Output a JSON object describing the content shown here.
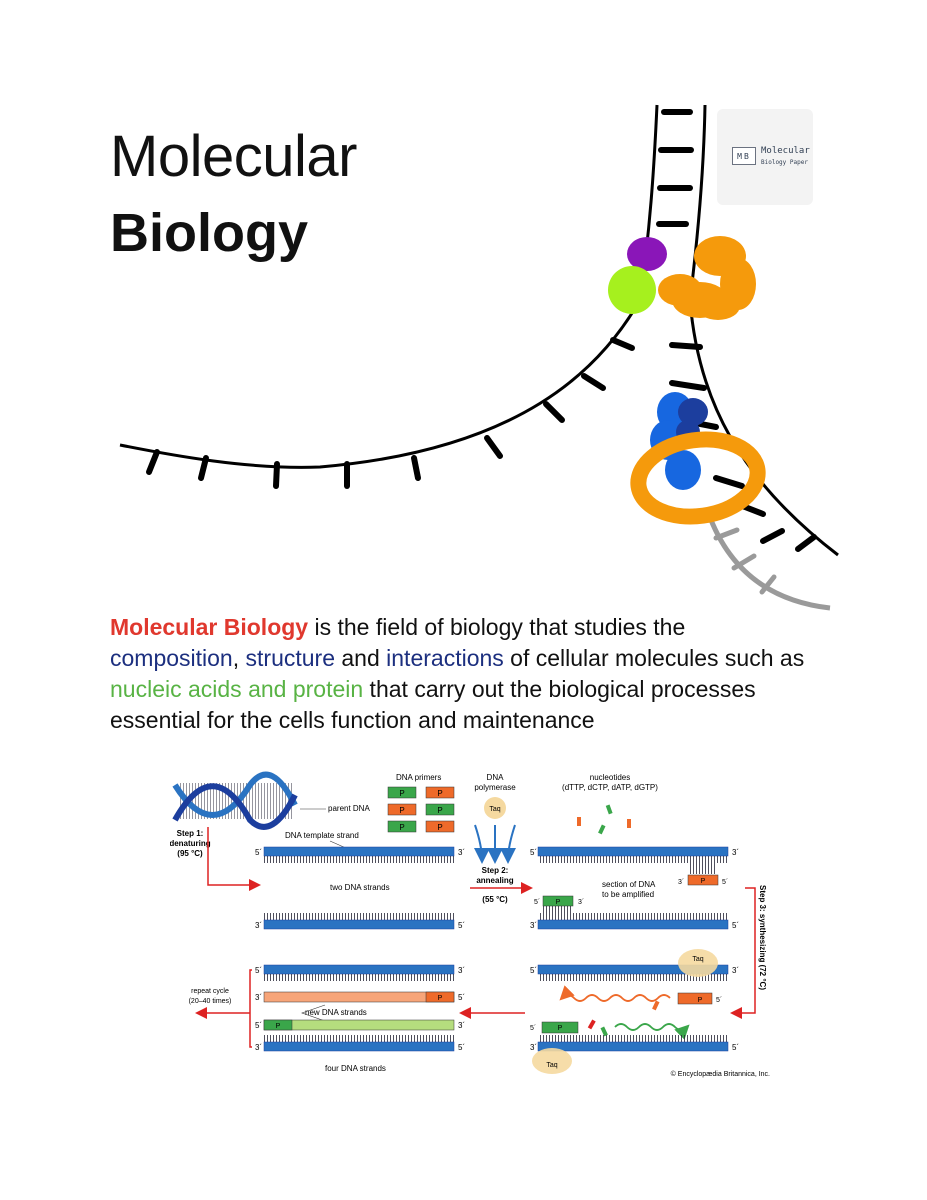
{
  "title": {
    "line1": "Molecular",
    "line2": "Biology"
  },
  "logo": {
    "mark": "MB",
    "line1": "Molecular",
    "line2": "Biology Paper"
  },
  "description": {
    "p1": "Molecular Biology",
    "p2": " is the field of biology that studies the ",
    "p3": "composition",
    "p4": ", ",
    "p5": "structure",
    "p6": " and ",
    "p7": "interactions",
    "p8": " of cellular molecules such as ",
    "p9": "nucleic acids and protein",
    "p10": " that carry out the biological processes essential for the cells function and maintenance"
  },
  "colors": {
    "accent_red": "#e0382e",
    "accent_blue": "#1c2f7f",
    "accent_green": "#58b344",
    "strand_blue": "#2a73c2",
    "primer_green": "#3aa64a",
    "primer_orange": "#ee6a2a",
    "taq_yellow": "#f5d9a0"
  },
  "pcr": {
    "parent_dna": "parent DNA",
    "dna_primers": "DNA primers",
    "dna_polymerase_1": "DNA",
    "dna_polymerase_2": "polymerase",
    "taq": "Taq",
    "nucleotides": "nucleotides",
    "nucleotides_list": "(dTTP, dCTP, dATP, dGTP)",
    "step1_a": "Step 1:",
    "step1_b": "denaturing",
    "step1_c": "(95 °C)",
    "template_strand": "DNA template strand",
    "two_strands": "two DNA strands",
    "step2_a": "Step 2:",
    "step2_b": "annealing",
    "step2_c": "(55 °C)",
    "section_1": "section of DNA",
    "section_2": "to be amplified",
    "step3": "Step 3: synthesizing (72 °C)",
    "repeat_1": "repeat cycle",
    "repeat_2": "(20–40 times)",
    "new_strands": "new DNA strands",
    "four_strands": "four DNA strands",
    "primer_label": "P",
    "five_prime": "5´",
    "three_prime": "3´",
    "copyright": "© Encyclopædia Britannica, Inc."
  }
}
